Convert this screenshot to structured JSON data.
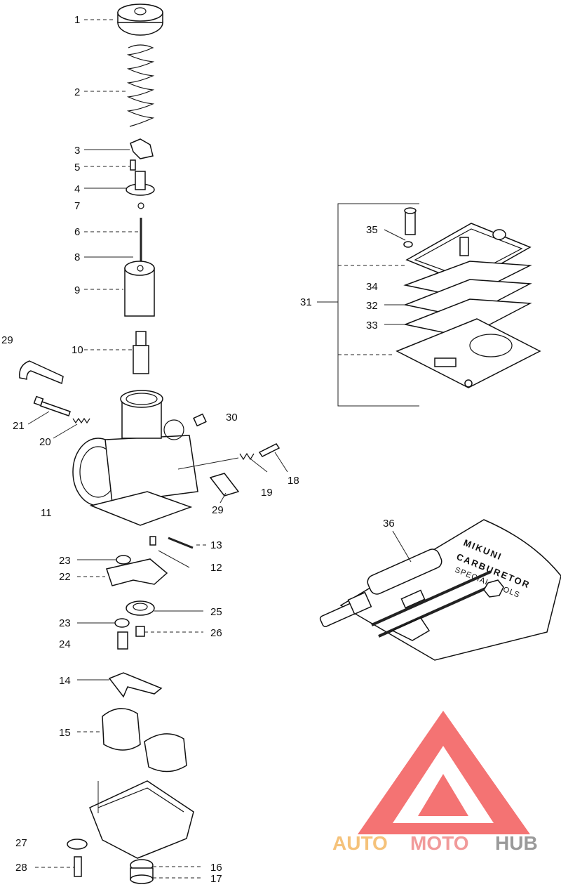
{
  "callouts": [
    {
      "id": "c1",
      "text": "1"
    },
    {
      "id": "c2",
      "text": "2"
    },
    {
      "id": "c3",
      "text": "3"
    },
    {
      "id": "c5",
      "text": "5"
    },
    {
      "id": "c4",
      "text": "4"
    },
    {
      "id": "c7",
      "text": "7"
    },
    {
      "id": "c6",
      "text": "6"
    },
    {
      "id": "c8",
      "text": "8"
    },
    {
      "id": "c9",
      "text": "9"
    },
    {
      "id": "c29a",
      "text": "29"
    },
    {
      "id": "c10",
      "text": "10"
    },
    {
      "id": "c21",
      "text": "21"
    },
    {
      "id": "c30",
      "text": "30"
    },
    {
      "id": "c20",
      "text": "20"
    },
    {
      "id": "c18",
      "text": "18"
    },
    {
      "id": "c19",
      "text": "19"
    },
    {
      "id": "c29b",
      "text": "29"
    },
    {
      "id": "c11",
      "text": "11"
    },
    {
      "id": "c13",
      "text": "13"
    },
    {
      "id": "c12",
      "text": "12"
    },
    {
      "id": "c23a",
      "text": "23"
    },
    {
      "id": "c22",
      "text": "22"
    },
    {
      "id": "c25",
      "text": "25"
    },
    {
      "id": "c23b",
      "text": "23"
    },
    {
      "id": "c26",
      "text": "26"
    },
    {
      "id": "c24",
      "text": "24"
    },
    {
      "id": "c14",
      "text": "14"
    },
    {
      "id": "c15",
      "text": "15"
    },
    {
      "id": "c27",
      "text": "27"
    },
    {
      "id": "c28",
      "text": "28"
    },
    {
      "id": "c16",
      "text": "16"
    },
    {
      "id": "c17",
      "text": "17"
    },
    {
      "id": "c35",
      "text": "35"
    },
    {
      "id": "c31",
      "text": "31"
    },
    {
      "id": "c34",
      "text": "34"
    },
    {
      "id": "c32",
      "text": "32"
    },
    {
      "id": "c33",
      "text": "33"
    },
    {
      "id": "c36",
      "text": "36"
    }
  ],
  "logo": {
    "part1": "AUTO",
    "part2": "MOTO",
    "part3": "HUB",
    "colors": {
      "auto": "#f5c27a",
      "moto": "#f19a9a",
      "hub": "#9a9a9a",
      "triangle": "#f25a5a"
    }
  },
  "case_text": {
    "line1": "MIKUNI",
    "line2": "CARBURETOR",
    "line3": "SPECIAL TOOLS"
  }
}
